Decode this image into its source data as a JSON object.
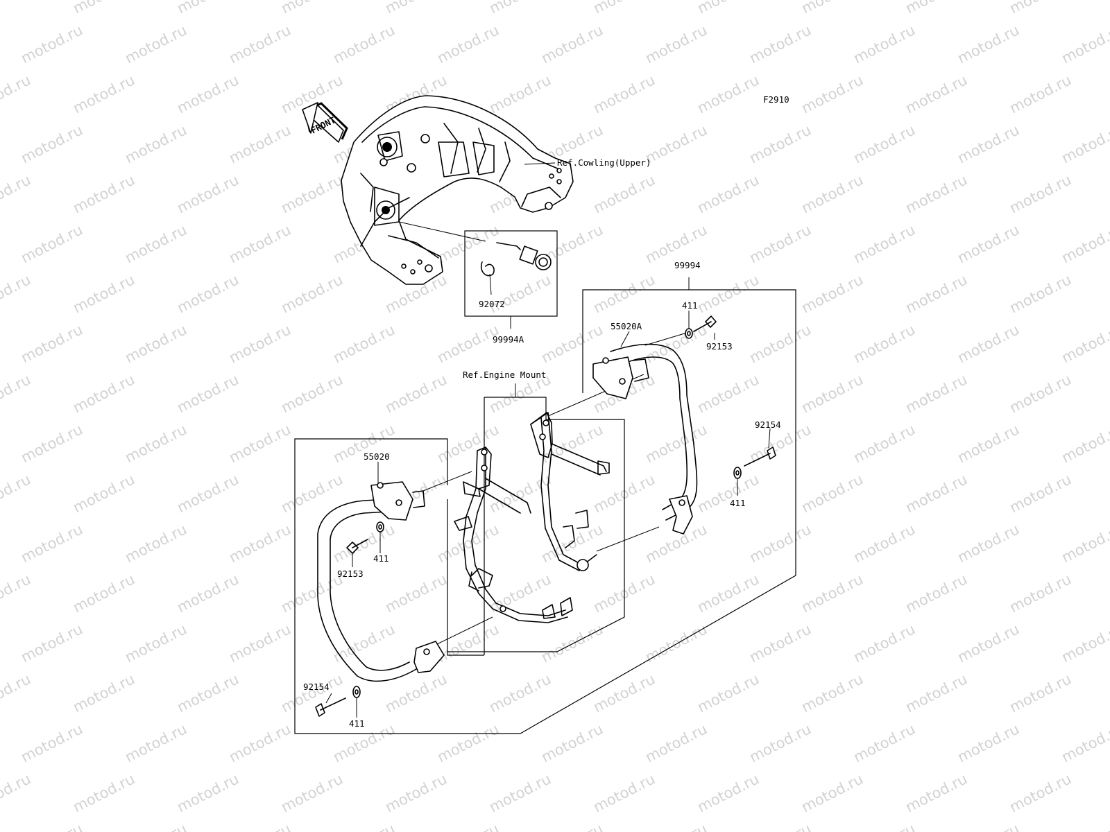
{
  "watermark": {
    "text": "motod.ru"
  },
  "diagram": {
    "figure_code": "F2910",
    "front_arrow_label": "FRONT",
    "labels": {
      "ref_cowling_upper": "Ref.Cowling(Upper)",
      "ref_engine_mount": "Ref.Engine Mount",
      "part_99994": "99994",
      "part_99994A": "99994A",
      "part_92072": "92072",
      "part_55020A": "55020A",
      "part_55020": "55020",
      "part_411_top": "411",
      "part_92153_right": "92153",
      "part_92154_right": "92154",
      "part_411_right": "411",
      "part_411_left": "411",
      "part_92153_left": "92153",
      "part_92154_left": "92154",
      "part_411_bottom": "411"
    }
  }
}
